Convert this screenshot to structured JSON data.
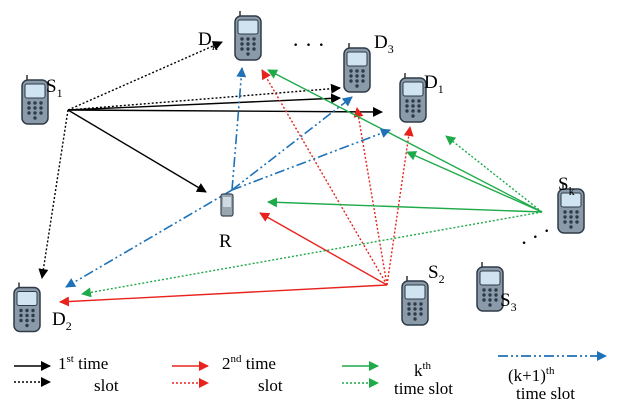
{
  "colors": {
    "slot1": "#000000",
    "slot2": "#e8231d",
    "slotk": "#1faa4a",
    "slotk1": "#1f72b8",
    "phone_body": "#8a9aa8",
    "phone_screen": "#cfe3f0"
  },
  "icons": {
    "user_device": "mobile-phone-icon",
    "relay_device": "relay-device-icon"
  },
  "nodes": {
    "S1": {
      "main": "S",
      "sub": "1"
    },
    "S2": {
      "main": "S",
      "sub": "2"
    },
    "S3": {
      "main": "S",
      "sub": "3"
    },
    "Sk": {
      "main": "S",
      "sub": "k"
    },
    "D1": {
      "main": "D",
      "sub": "1"
    },
    "D2": {
      "main": "D",
      "sub": "2"
    },
    "D3": {
      "main": "D",
      "sub": "3"
    },
    "Dk": {
      "main": "D",
      "sub": "k"
    },
    "R": {
      "main": "R",
      "sub": ""
    }
  },
  "ellipsis": {
    "top": "· · ·",
    "right": "· · ·"
  },
  "legend": {
    "slot1": {
      "num": "1",
      "sup": "st",
      "text1": " time",
      "text2": "slot"
    },
    "slot2": {
      "num": "2",
      "sup": "nd",
      "text1": " time",
      "text2": "slot"
    },
    "slotk": {
      "num": "k",
      "sup": "th",
      "text2": "time slot"
    },
    "slotk1": {
      "num": "(k+1)",
      "sup": "th",
      "text2": "time slot"
    }
  }
}
